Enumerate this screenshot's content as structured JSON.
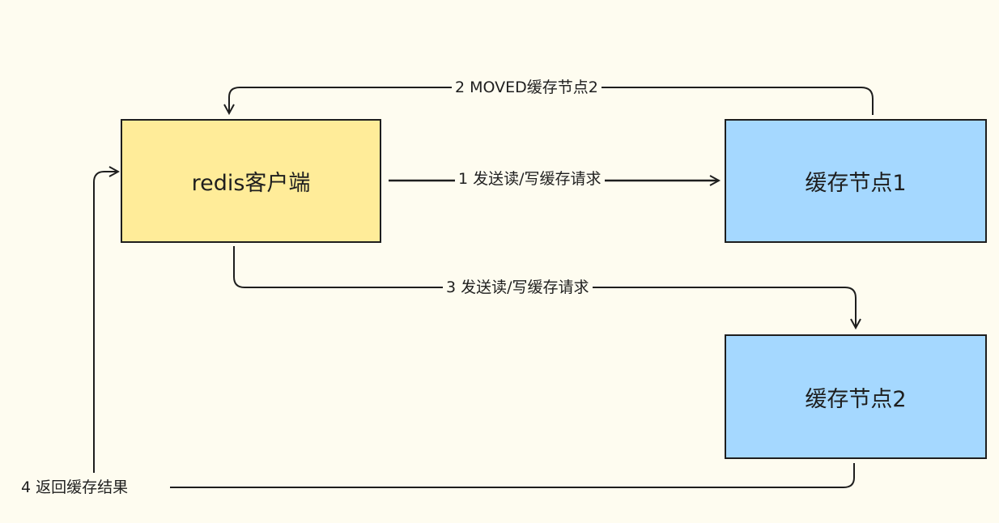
{
  "nodes": {
    "client": {
      "label": "redis客户端",
      "fill": "#ffec99"
    },
    "cache1": {
      "label": "缓存节点1",
      "fill": "#a5d8ff"
    },
    "cache2": {
      "label": "缓存节点2",
      "fill": "#a5d8ff"
    }
  },
  "edges": {
    "step1": "1 发送读/写缓存请求",
    "step2": "2 MOVED缓存节点2",
    "step3": "3 发送读/写缓存请求",
    "step4": "4 返回缓存结果"
  },
  "colors": {
    "background": "#fefcf0",
    "stroke": "#1e1e1e"
  }
}
